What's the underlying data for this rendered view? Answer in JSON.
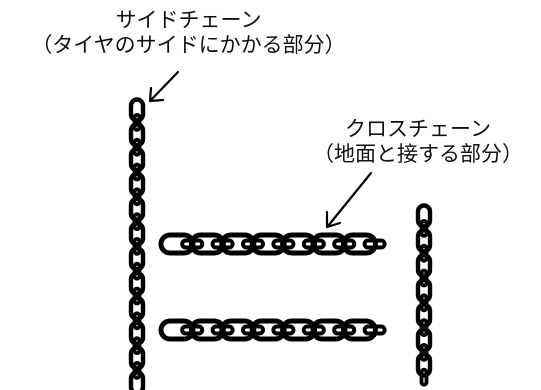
{
  "labels": {
    "side_chain": {
      "title": "サイドチェーン",
      "note": "（タイヤのサイドにかかる部分）"
    },
    "cross_chain": {
      "title": "クロスチェーン",
      "note": "（地面と接する部分）"
    }
  },
  "colors": {
    "chain": "#000000",
    "background": "#ffffff",
    "text": "#111111"
  }
}
